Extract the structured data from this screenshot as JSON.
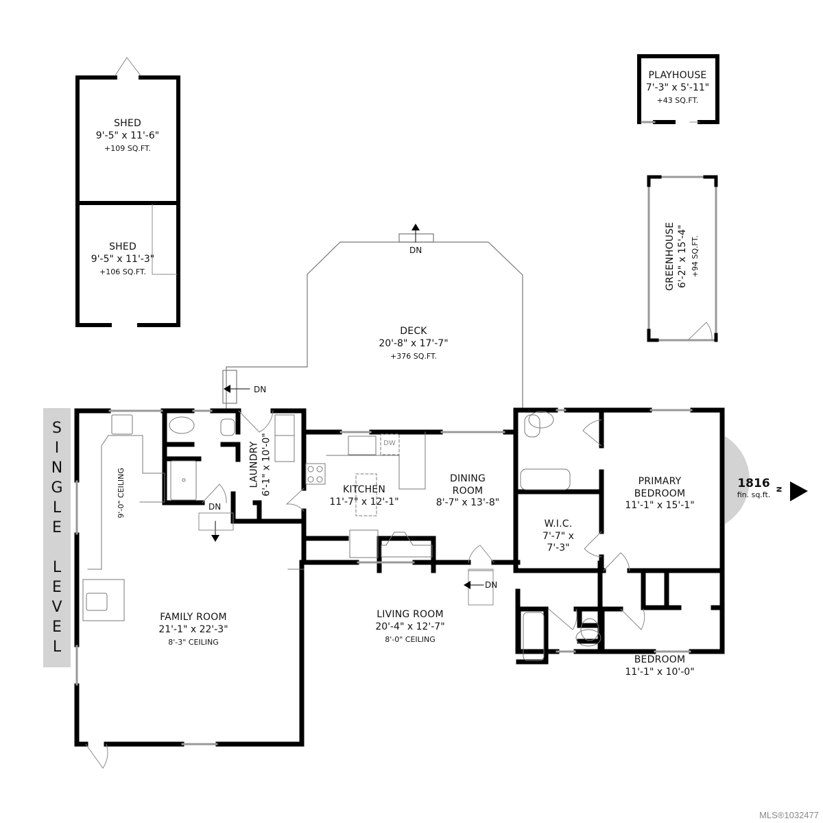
{
  "plan": {
    "level_label": "SINGLE LEVEL",
    "level_letters": [
      "S",
      "I",
      "N",
      "G",
      "L",
      "E",
      "",
      "L",
      "E",
      "V",
      "E",
      "L"
    ],
    "finished_area": {
      "value": "1816",
      "unit": "fin. sq.ft."
    },
    "north_label": "N",
    "mls": "MLS®1032477"
  },
  "rooms": {
    "shed1": {
      "name": "SHED",
      "dims": "9'-5\" x 11'-6\"",
      "area": "+109 SQ.FT."
    },
    "shed2": {
      "name": "SHED",
      "dims": "9'-5\" x 11'-3\"",
      "area": "+106 SQ.FT."
    },
    "playhouse": {
      "name": "PLAYHOUSE",
      "dims": "7'-3\" x 5'-11\"",
      "area": "+43 SQ.FT."
    },
    "greenhouse": {
      "name": "GREENHOUSE",
      "dims": "6'-2\" x 15'-4\"",
      "area": "+94 SQ.FT."
    },
    "deck": {
      "name": "DECK",
      "dims": "20'-8\" x 17'-7\"",
      "area": "+376 SQ.FT."
    },
    "laundry": {
      "name": "LAUNDRY",
      "dims": "6'-1\" x 10'-0\""
    },
    "kitchen": {
      "name": "KITCHEN",
      "dims": "11'-7\" x 12'-1\""
    },
    "dining": {
      "name": "DINING",
      "name2": "ROOM",
      "dims": "8'-7\" x 13'-8\""
    },
    "primary": {
      "name": "PRIMARY",
      "name2": "BEDROOM",
      "dims": "11'-1\" x 15'-1\""
    },
    "wic": {
      "name": "W.I.C.",
      "dims": "7'-7\" x",
      "dims2": "7'-3\""
    },
    "family": {
      "name": "FAMILY ROOM",
      "dims": "21'-1\" x 22'-3\"",
      "ceiling": "8'-3\" CEILING"
    },
    "family_nook_ceiling": "9'-0\" CEILING",
    "living": {
      "name": "LIVING ROOM",
      "dims": "20'-4\" x 12'-7\"",
      "ceiling": "8'-0\" CEILING"
    },
    "bedroom": {
      "name": "BEDROOM",
      "dims": "11'-1\" x 10'-0\""
    }
  },
  "fixtures": {
    "dishwasher": "DW"
  },
  "stairs": {
    "down_label": "DN"
  }
}
